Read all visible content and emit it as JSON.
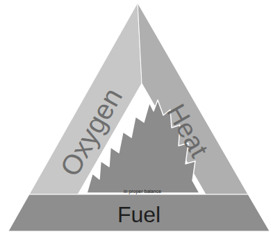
{
  "diagram": {
    "nodes": [
      {
        "text": [
          "Oxygen"
        ]
      },
      {
        "text": [
          "Heat"
        ]
      },
      {
        "text": [
          "Fuel"
        ]
      },
      {
        "text": [
          "in proper balance"
        ]
      }
    ]
  }
}
